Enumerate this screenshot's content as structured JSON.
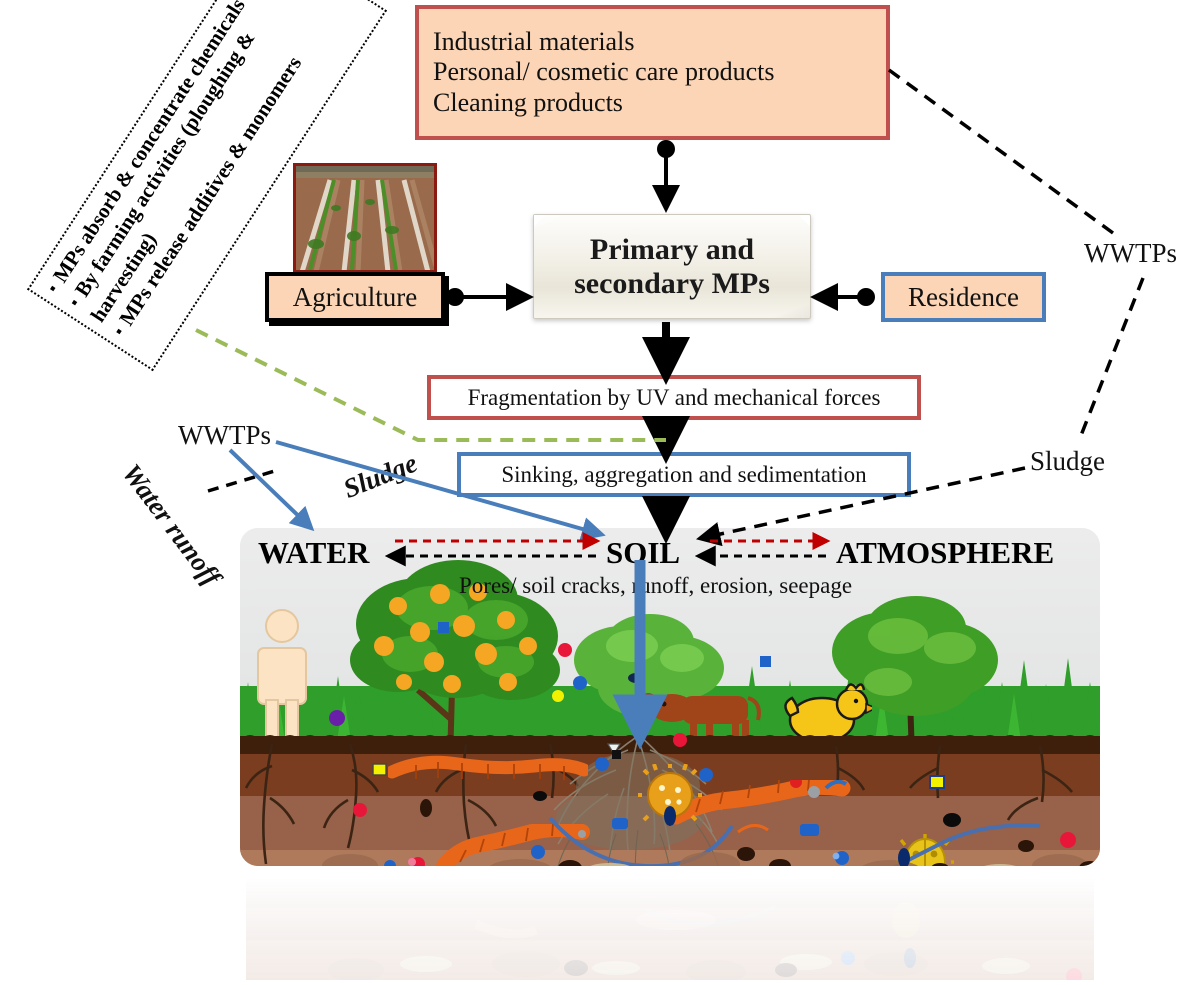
{
  "sources_box": {
    "lines": [
      "Industrial materials",
      "Personal/ cosmetic care products",
      "Cleaning products"
    ],
    "fill": "#FBD5B5",
    "border": "#C0504D"
  },
  "bullets_panel": {
    "items": [
      "MPs absorb & concentrate chemicals",
      "By farming activities (ploughing &",
      "MPs release additives & monomers"
    ],
    "continuation": "harvesting)"
  },
  "nodes": {
    "agriculture": "Agriculture",
    "residence": "Residence",
    "primary_secondary_mps": [
      "Primary and",
      "secondary  MPs"
    ],
    "fragmentation": "Fragmentation by UV and mechanical forces",
    "sinking": "Sinking, aggregation and sedimentation"
  },
  "labels": {
    "wwtps_left": "WWTPs",
    "wwtps_right": "WWTPs",
    "sludge_left": "Sludge",
    "sludge_right": "Sludge",
    "water_runoff": "Water runoff"
  },
  "compartments": {
    "water": "WATER",
    "soil": "SOIL",
    "atmosphere": "ATMOSPHERE",
    "processes": "Pores/ soil cracks, runoff, erosion, seepage"
  },
  "colors": {
    "red_border": "#C0504D",
    "blue_border": "#4A7EBB",
    "peach_fill": "#FBD5B5",
    "olive_dashed": "#9BBB59",
    "red_arrow": "#C00000",
    "blue_arrow": "#4A7EBB",
    "soil_dark": "#3D1F0C",
    "soil_mid": "#7A3D20",
    "soil_light": "#97614A",
    "grass_green": "#2f9e2a"
  },
  "figure_elements": {
    "photo_caption": "agricultural-field-photo",
    "scene_items": [
      "human-figure",
      "orange-tree",
      "shrub-tree",
      "cow",
      "chicken",
      "tree",
      "grass",
      "plant-roots",
      "earthworms",
      "soil-mite",
      "ladybug",
      "microplastic-particles"
    ]
  }
}
